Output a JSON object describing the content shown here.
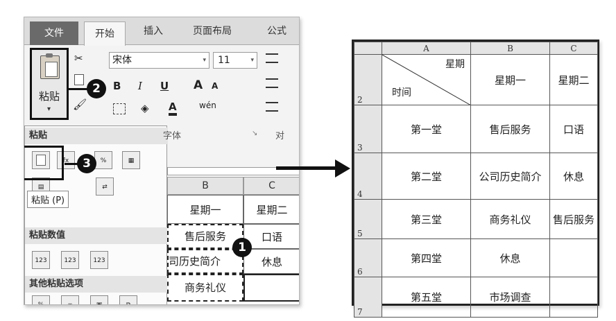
{
  "ribbon": {
    "tabs": [
      "文件",
      "开始",
      "插入",
      "页面布局",
      "公式"
    ],
    "paste_label": "粘贴",
    "font_name": "宋体",
    "font_size": "11",
    "group_font_label": "字体",
    "group_align_label": "对",
    "font_buttons": [
      "B",
      "I",
      "U",
      "A",
      "A"
    ],
    "phonetic_glyph": "wén"
  },
  "paste_menu": {
    "section_paste": "粘贴",
    "section_paste_values": "粘贴数值",
    "section_other": "其他粘贴选项",
    "tooltip": "粘贴 (P)",
    "value_icons": [
      "123",
      "123",
      "123"
    ]
  },
  "sheet_fragment": {
    "col_headers": [
      "B",
      "C"
    ],
    "rows": [
      [
        "星期一",
        "星期二"
      ],
      [
        "售后服务",
        "口语"
      ],
      [
        "司历史简介",
        "休息"
      ],
      [
        "商务礼仪",
        ""
      ]
    ]
  },
  "steps": [
    "1",
    "2",
    "3"
  ],
  "result_sheet": {
    "col_headers": [
      "A",
      "B",
      "C"
    ],
    "header_row": {
      "row_num": "2",
      "diag_top": "星期",
      "diag_bottom": "时间",
      "b": "星期一",
      "c": "星期二"
    },
    "rows": [
      {
        "row_num": "3",
        "a": "第一堂",
        "b": "售后服务",
        "c": "口语"
      },
      {
        "row_num": "4",
        "a": "第二堂",
        "b": "公司历史简介",
        "c": "休息"
      },
      {
        "row_num": "5",
        "a": "第三堂",
        "b": "商务礼仪",
        "c": "售后服务"
      },
      {
        "row_num": "6",
        "a": "第四堂",
        "b": "休息",
        "c": ""
      },
      {
        "row_num": "7",
        "a": "第五堂",
        "b": "市场调查",
        "c": ""
      }
    ]
  }
}
